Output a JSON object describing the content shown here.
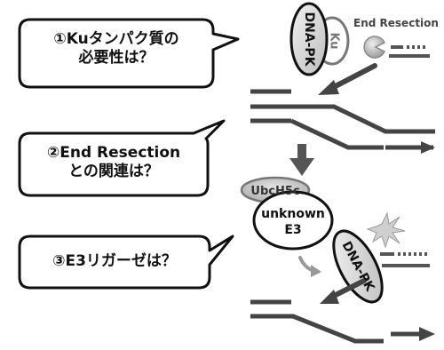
{
  "questions": [
    {
      "line1": "①Kuタンパク質の",
      "line2": "必要性は？"
    },
    {
      "line1": "②End Resection",
      "line2": "との関連は？"
    },
    {
      "line1": "③E3リガーゼは？",
      "line2": ""
    }
  ],
  "labels": {
    "dna_pk_top": "DNA-PK",
    "ku": "Ku",
    "end_resection": "End Resection",
    "ubch5c": "UbcH5c",
    "unknown_e3_line1": "unknown",
    "unknown_e3_line2": "E3",
    "dna_pk_bottom": "DNA-PK"
  }
}
